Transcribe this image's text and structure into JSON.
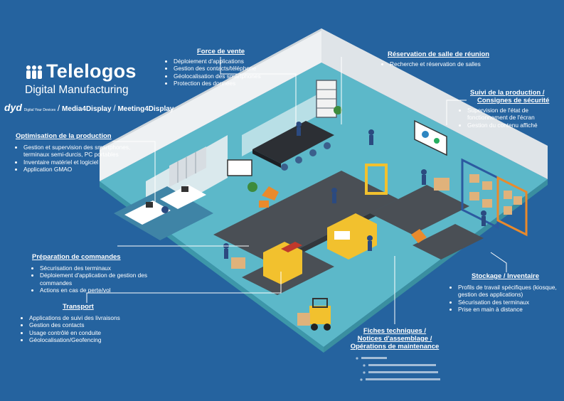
{
  "brand": {
    "name": "Telelogos",
    "subtitle": "Digital Manufacturing",
    "partners": [
      "dyd",
      "Media4Display",
      "Meeting4Display"
    ],
    "partner_tagline": "Digital Your Devices"
  },
  "colors": {
    "background": "#25639f",
    "floor": "#5cb8c9",
    "wall": "#e8ecef",
    "accent_yellow": "#f2c12e",
    "accent_orange": "#e98a2c"
  },
  "sections": {
    "force_vente": {
      "title": "Force de vente",
      "items": [
        "Déploiement d'applications",
        "Gestion des contacts/téléphone",
        "Géolocalisation des smartphones",
        "Protection des données"
      ]
    },
    "reservation": {
      "title": "Réservation de salle de réunion",
      "items": [
        "Recherche et réservation de salles"
      ]
    },
    "suivi": {
      "title": "Suivi de la production / Consignes de sécurité",
      "title_line1": "Suivi de la production /",
      "title_line2": "Consignes de sécurité",
      "items": [
        "Supervision de l'état de fonctionnement de l'écran",
        "Gestion du contenu affiché"
      ]
    },
    "optimisation": {
      "title": "Optimisation de la production",
      "items": [
        "Gestion et supervision des smartphones, terminaux semi-durcis, PC portables",
        "Inventaire matériel et logiciel",
        "Application GMAO"
      ]
    },
    "preparation": {
      "title": "Préparation de commandes",
      "items": [
        "Sécurisation des terminaux",
        "Déploiement d'application de gestion des commandes",
        "Actions en cas de perte/vol"
      ]
    },
    "transport": {
      "title": "Transport",
      "items": [
        "Applications de suivi des livraisons",
        "Gestion des contacts",
        "Usage contrôlé en conduite",
        "Géolocalisation/Geofencing"
      ]
    },
    "stockage": {
      "title": "Stockage / Inventaire",
      "items": [
        "Profils de travail spécifiques (kiosque, gestion des applications)",
        "Sécurisation des terminaux",
        "Prise en main à distance"
      ]
    },
    "fiches": {
      "title_line1": "Fiches techniques /",
      "title_line2": "Notices d'assemblage /",
      "title_line3": "Opérations de maintenance"
    }
  }
}
